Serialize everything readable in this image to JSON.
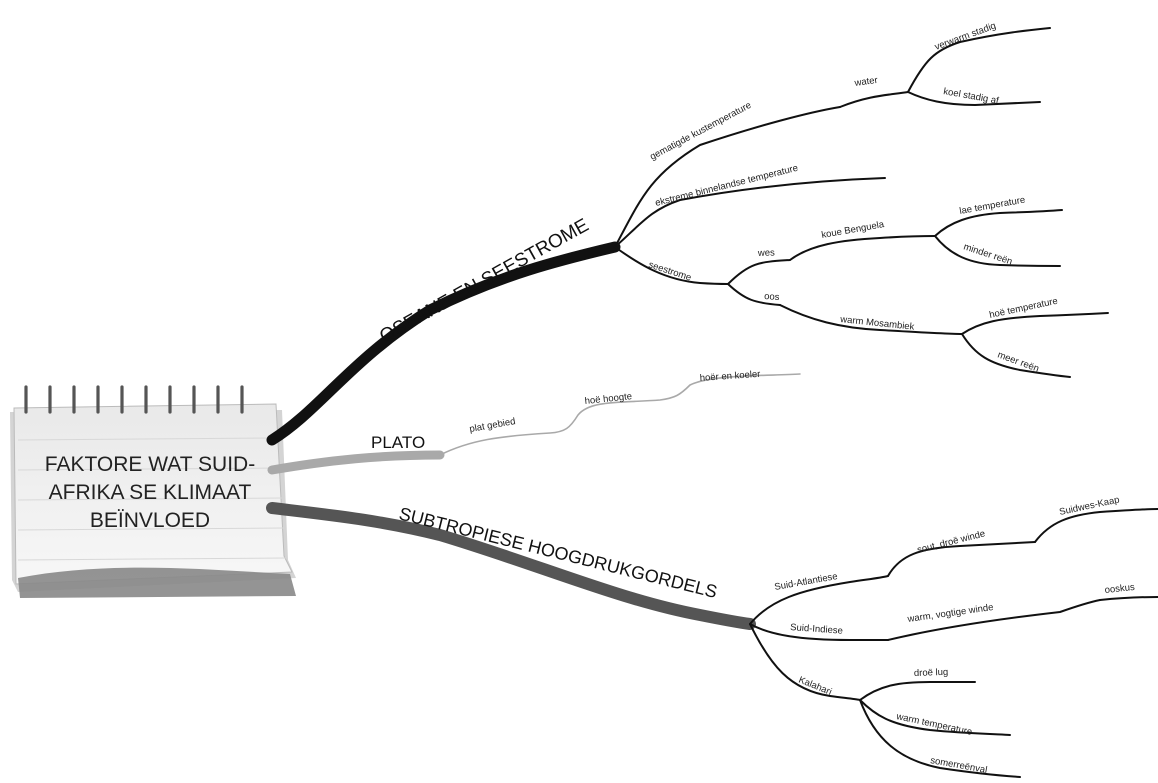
{
  "center": {
    "lines": [
      "FAKTORE WAT SUID-",
      "AFRIKA SE KLIMAAT",
      "BEÏNVLOED"
    ]
  },
  "branches": {
    "oseane": {
      "label": "OSEANE EN SEESTROME",
      "kus": "gematigde kustemperature",
      "water": "water",
      "verwarm": "verwarm stadig",
      "koel": "koel stadig af",
      "binneland": "ekstreme binnelandse temperature",
      "seestrome": "seestrome",
      "wes": "wes",
      "koue": "koue Benguela",
      "lae": "lae temperature",
      "minder": "minder reën",
      "oos": "oos",
      "warm": "warm Mosambiek",
      "hoe": "hoë temperature",
      "meer": "meer reën"
    },
    "plato": {
      "label": "PLATO",
      "plat": "plat gebied",
      "hoogte": "hoë hoogte",
      "hoer": "hoër en koeler"
    },
    "subtropiese": {
      "label": "SUBTROPIESE HOOGDRUKGORDELS",
      "atlan": "Suid-Atlantiese",
      "sout": "sout, droë winde",
      "suidwes": "Suidwes-Kaap",
      "indies": "Suid-Indiese",
      "warmwinde": "warm, vogtige winde",
      "ooskus": "ooskus",
      "kalahari": "Kalahari",
      "droe": "droë lug",
      "warmtemp": "warm temperature",
      "somer": "somerreënval"
    }
  },
  "colors": {
    "oseane_branch": "#111111",
    "plato_branch": "#a9a9a9",
    "subtropiese_branch": "#555555",
    "sub_branch": "#111111"
  }
}
